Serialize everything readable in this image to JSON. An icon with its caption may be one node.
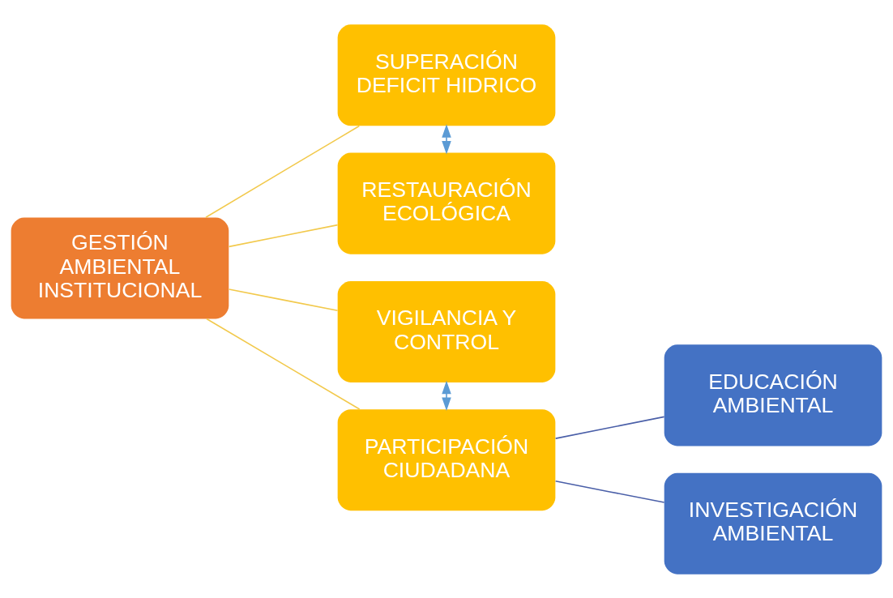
{
  "diagram": {
    "nodes": [
      {
        "text": [
          "GESTIÓN AMBIENTAL INSTITUCIONAL"
        ]
      },
      {
        "text": [
          "SUPERACIÓN DEFICIT HIDRICO"
        ]
      },
      {
        "text": [
          "RESTAURACIÓN ECOLÓGICA"
        ]
      },
      {
        "text": [
          "VIGILANCIA Y CONTROL"
        ]
      },
      {
        "text": [
          "PARTICIPACIÓN CIUDADANA"
        ]
      },
      {
        "text": [
          "EDUCACIÓN AMBIENTAL"
        ]
      },
      {
        "text": [
          "INVESTIGACIÓN AMBIENTAL"
        ]
      }
    ],
    "edges": [
      {
        "from": 0,
        "to": 1,
        "arrow": "none"
      },
      {
        "from": 0,
        "to": 2,
        "arrow": "none"
      },
      {
        "from": 0,
        "to": 3,
        "arrow": "none"
      },
      {
        "from": 0,
        "to": 4,
        "arrow": "none"
      },
      {
        "from": 1,
        "to": 2,
        "arrow": "both",
        "color": "#5b9bd5"
      },
      {
        "from": 3,
        "to": 4,
        "arrow": "both",
        "color": "#5b9bd5"
      },
      {
        "from": 4,
        "to": 5,
        "arrow": "none",
        "color": "#4a5fa8"
      },
      {
        "from": 4,
        "to": 6,
        "arrow": "none",
        "color": "#4a5fa8"
      }
    ]
  }
}
